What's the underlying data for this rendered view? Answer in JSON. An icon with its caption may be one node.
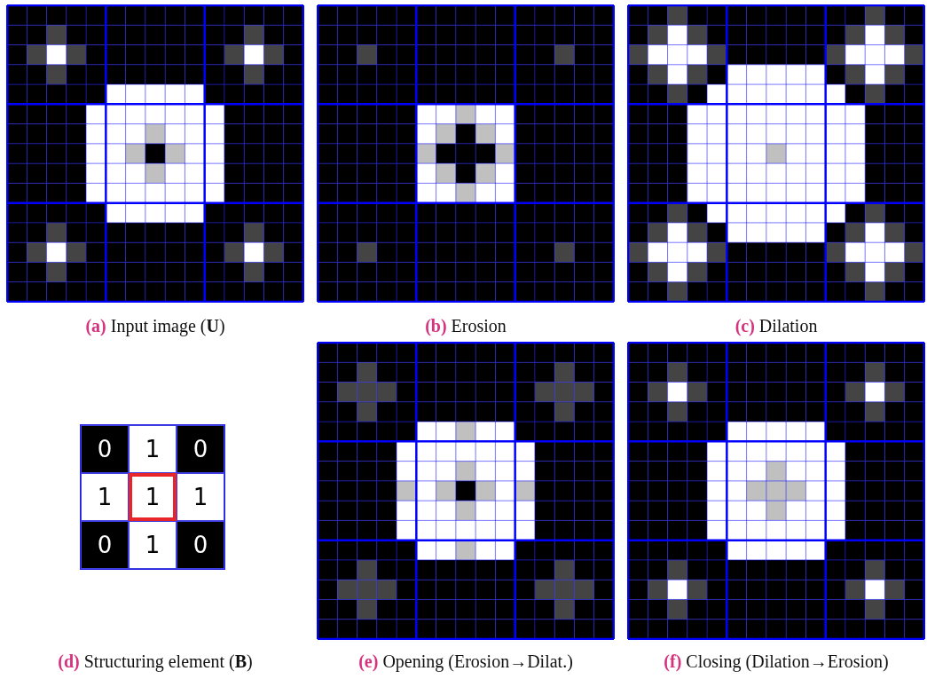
{
  "diagram": {
    "labels": [
      "**(a)** Input image (**U**)",
      "**(b)** Erosion",
      "**(c)** Dilation",
      "0",
      "1",
      "0",
      "1",
      "1",
      "1",
      "0",
      "1",
      "0",
      "**(d)** Structuring element (**B**)",
      "**(e)** Opening (Erosion→Dilat.)",
      "**(f)** Closing (Dilation→Erosion)"
    ]
  }
}
